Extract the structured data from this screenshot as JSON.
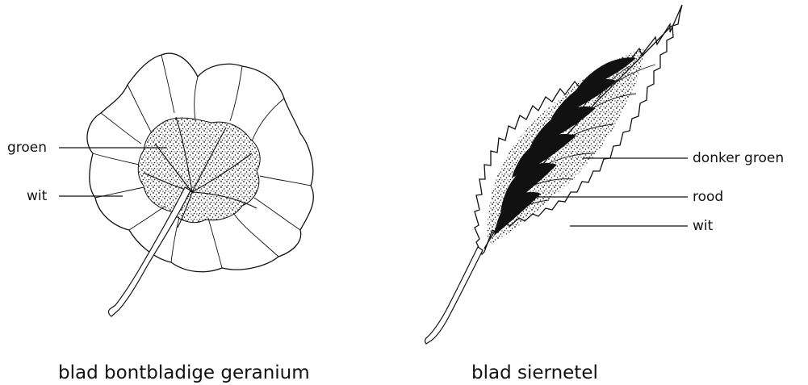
{
  "geranium": {
    "labels": {
      "green": "groen",
      "white": "wit"
    },
    "caption": "blad bontbladige geranium"
  },
  "nettle": {
    "labels": {
      "dark_green": "donker groen",
      "red": "rood",
      "white": "wit"
    },
    "caption": "blad siernetel"
  },
  "colors": {
    "line": "#111111",
    "background": "#ffffff",
    "dark_zone": "#111111"
  }
}
